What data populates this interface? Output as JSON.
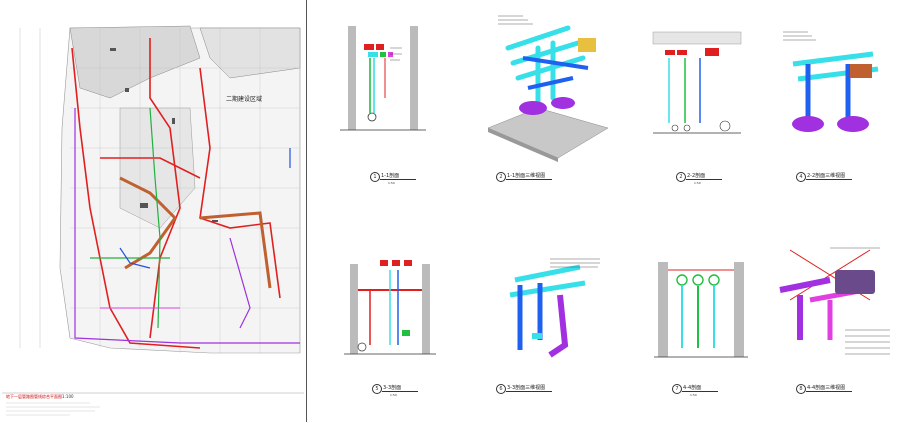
{
  "plan": {
    "zone_label": "二期建设区域",
    "title": "地下一层管路图管线综合平面图",
    "scale": "1:100"
  },
  "views": [
    {
      "num": "1",
      "caption": "1-1剖面",
      "scale": "1:50"
    },
    {
      "num": "2",
      "caption": "1-1剖面三维视图",
      "scale": ""
    },
    {
      "num": "2",
      "caption": "2-2剖面",
      "scale": "1:50"
    },
    {
      "num": "4",
      "caption": "2-2剖面三维视图",
      "scale": ""
    },
    {
      "num": "5",
      "caption": "3-3剖面",
      "scale": "1:50"
    },
    {
      "num": "6",
      "caption": "3-3剖面三维视图",
      "scale": ""
    },
    {
      "num": "7",
      "caption": "4-4剖面",
      "scale": "1:50"
    },
    {
      "num": "8",
      "caption": "4-4剖面三维视图",
      "scale": ""
    }
  ],
  "colors": {
    "red": "#e02020",
    "cyan": "#37e0e8",
    "blue": "#2060f0",
    "purple": "#a030e0",
    "magenta": "#e040e0",
    "green": "#20c040",
    "orange": "#e07020",
    "yellow": "#e8c040"
  }
}
